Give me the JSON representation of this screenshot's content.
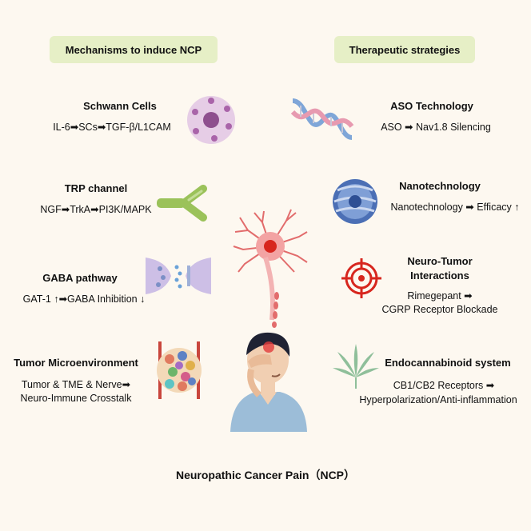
{
  "left_header": "Mechanisms to induce NCP",
  "right_header": "Therapeutic strategies",
  "mechanisms": [
    {
      "title": "Schwann Cells",
      "line1": "IL-6➡SCs➡TGF-β/L1CAM",
      "icon": "schwann-cell-icon"
    },
    {
      "title": "TRP channel",
      "line1": "NGF➡TrkA➡PI3K/MAPK",
      "icon": "receptor-icon"
    },
    {
      "title": "GABA pathway",
      "line1": "GAT-1 ↑➡GABA Inhibition ↓",
      "icon": "synapse-icon"
    },
    {
      "title": "Tumor Microenvironment",
      "line1": "Tumor & TME & Nerve➡",
      "line2": "Neuro-Immune Crosstalk",
      "icon": "tumor-cells-icon"
    }
  ],
  "strategies": [
    {
      "title": "ASO Technology",
      "line1": "ASO  ➡ Nav1.8 Silencing",
      "icon": "dna-icon"
    },
    {
      "title": "Nanotechnology",
      "line1": "Nanotechnology ➡  Efficacy ↑",
      "icon": "nanoparticle-icon"
    },
    {
      "title": "Neuro-Tumor",
      "title2": "Interactions",
      "line1": "Rimegepant ➡",
      "line2": "CGRP Receptor Blockade",
      "icon": "target-icon"
    },
    {
      "title": "Endocannabinoid system",
      "line1": "CB1/CB2 Receptors ➡",
      "line2": "Hyperpolarization/Anti-inflammation",
      "icon": "cannabis-leaf-icon"
    }
  ],
  "footer": "Neuropathic Cancer Pain（NCP）"
}
